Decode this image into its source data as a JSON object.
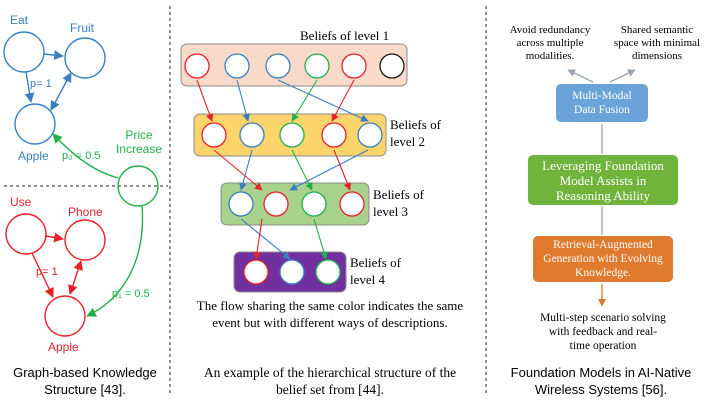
{
  "panel1": {
    "nodes": {
      "eat": "Eat",
      "fruit": "Fruit",
      "apple_top": "Apple",
      "price_increase": "Price\nIncrease",
      "use": "Use",
      "phone": "Phone",
      "apple_bottom": "Apple"
    },
    "edge_labels": {
      "p_top": "p= 1",
      "p0": "p₀ = 0.5",
      "p_bottom": "p= 1",
      "p1": "p₁ = 0.5"
    },
    "caption": "Graph-based Knowledge\nStructure [43]."
  },
  "panel2": {
    "level_labels": {
      "l1": "Beliefs of level 1",
      "l2": "Beliefs of\nlevel 2",
      "l3": "Beliefs of\nlevel 3",
      "l4": "Beliefs of\nlevel 4"
    },
    "note": "The flow sharing the same color indicates the same\nevent but with different ways of descriptions.",
    "caption": "An example of the hierarchical structure of the\nbelief set from [44]."
  },
  "panel3": {
    "top_left": "Avoid redundancy\nacross multiple\nmodalities.",
    "top_right": "Shared semantic\nspace with minimal\ndimensions",
    "box_fusion": "Multi-Modal\nData Fusion",
    "box_foundation": "Leveraging Foundation\nModel Assists in\nReasoning Ability",
    "box_rag": "Retrieval-Augmented\nGeneration with Evolving\nKnowledge.",
    "bottom": "Multi-step scenario solving\nwith feedback and real-\ntime operation",
    "caption": "Foundation Models in AI-Native\nWireless Systems [56]."
  },
  "colors": {
    "blue": "#3a7fc1",
    "red": "#e8202a",
    "green": "#22b04c",
    "black": "#1a1a1a",
    "fusion_box": "#6aa3d8",
    "foundation_box": "#70b43c",
    "rag_box": "#e07a2f",
    "level1_fill": "#f9d9c8",
    "level2_fill": "#fbd56b",
    "level3_fill": "#a9d18e",
    "level4_fill": "#7030a0"
  }
}
